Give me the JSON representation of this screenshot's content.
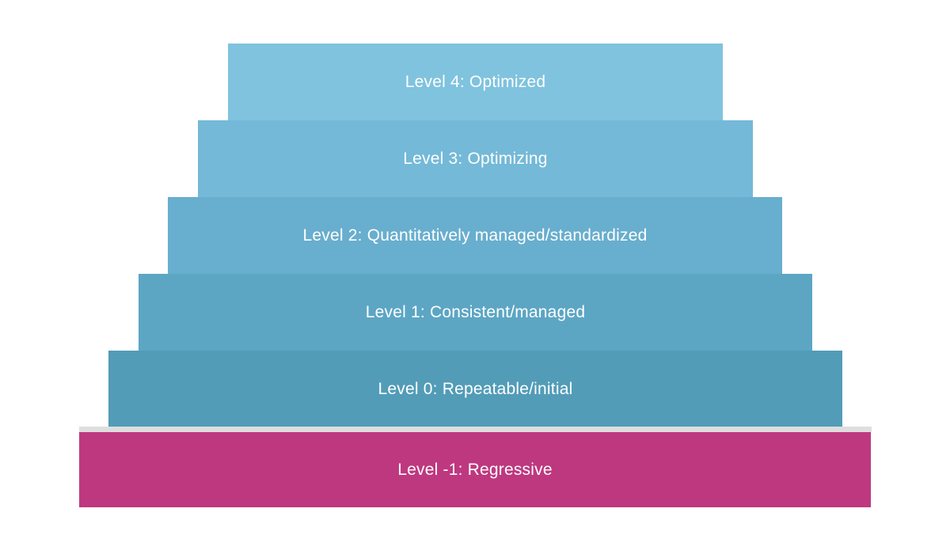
{
  "diagram": {
    "name": "maturity-level-pyramid",
    "type": "stepped-pyramid",
    "background_color": "#ffffff",
    "label_color": "#ffffff",
    "tiers": [
      {
        "id": "level-4",
        "label": "Level 4: Optimized",
        "level": "4",
        "title": "Optimized",
        "color": "#7fc3de",
        "rank": 6
      },
      {
        "id": "level-3",
        "label": "Level 3: Optimizing",
        "level": "3",
        "title": "Optimizing",
        "color": "#74b9d8",
        "rank": 5
      },
      {
        "id": "level-2",
        "label": "Level 2: Quantitatively managed/standardized",
        "level": "2",
        "title": "Quantitatively managed/standardized",
        "color": "#68aeceu",
        "rank": 4
      },
      {
        "id": "level-1",
        "label": "Level 1: Consistent/managed",
        "level": "1",
        "title": "Consistent/managed",
        "color": "#5ca6c4",
        "rank": 3
      },
      {
        "id": "level-0",
        "label": "Level 0: Repeatable/initial",
        "level": "0",
        "title": "Repeatable/initial",
        "color": "#529cb8",
        "rank": 2
      },
      {
        "id": "level-minus-1",
        "label": "Level -1: Regressive",
        "level": "-1",
        "title": "Regressive",
        "color": "#be3880",
        "rank": 1
      }
    ]
  }
}
